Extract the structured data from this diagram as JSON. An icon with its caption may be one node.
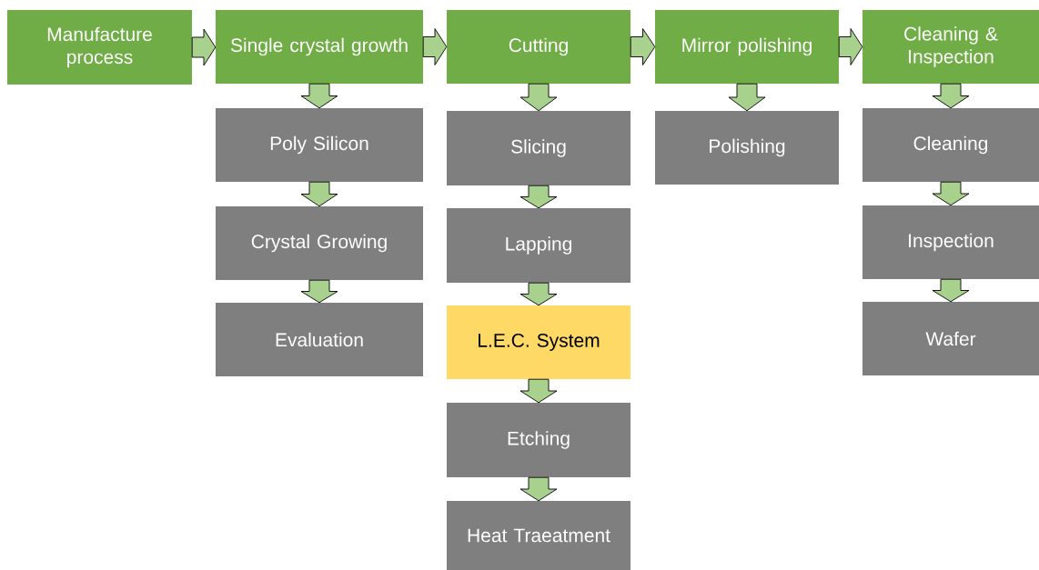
{
  "diagram": {
    "nodes": [
      {
        "text": [
          "Manufacture process"
        ]
      },
      {
        "text": [
          "Single crystal growth"
        ]
      },
      {
        "text": [
          "Cutting"
        ]
      },
      {
        "text": [
          "Mirror polishing"
        ]
      },
      {
        "text": [
          "Cleaning & Inspection"
        ]
      },
      {
        "text": [
          "Poly Silicon"
        ]
      },
      {
        "text": [
          "Crystal Growing"
        ]
      },
      {
        "text": [
          "Evaluation"
        ]
      },
      {
        "text": [
          "Slicing"
        ]
      },
      {
        "text": [
          "Lapping"
        ]
      },
      {
        "text": [
          "L.E.C. System"
        ]
      },
      {
        "text": [
          "Etching"
        ]
      },
      {
        "text": [
          "Heat Traeatment"
        ]
      },
      {
        "text": [
          "Polishing"
        ]
      },
      {
        "text": [
          "Cleaning"
        ]
      },
      {
        "text": [
          "Inspection"
        ]
      },
      {
        "text": [
          "Wafer"
        ]
      }
    ],
    "edges": [
      {
        "from": 0,
        "to": 1,
        "arrow": "to"
      },
      {
        "from": 1,
        "to": 2,
        "arrow": "to"
      },
      {
        "from": 2,
        "to": 3,
        "arrow": "to"
      },
      {
        "from": 3,
        "to": 4,
        "arrow": "to"
      },
      {
        "from": 1,
        "to": 5,
        "arrow": "to"
      },
      {
        "from": 5,
        "to": 6,
        "arrow": "to"
      },
      {
        "from": 6,
        "to": 7,
        "arrow": "to"
      },
      {
        "from": 2,
        "to": 8,
        "arrow": "to"
      },
      {
        "from": 8,
        "to": 9,
        "arrow": "to"
      },
      {
        "from": 9,
        "to": 10,
        "arrow": "to"
      },
      {
        "from": 10,
        "to": 11,
        "arrow": "to"
      },
      {
        "from": 11,
        "to": 12,
        "arrow": "to"
      },
      {
        "from": 3,
        "to": 13,
        "arrow": "to"
      },
      {
        "from": 4,
        "to": 14,
        "arrow": "to"
      },
      {
        "from": 14,
        "to": 15,
        "arrow": "to"
      },
      {
        "from": 15,
        "to": 16,
        "arrow": "to"
      }
    ]
  }
}
